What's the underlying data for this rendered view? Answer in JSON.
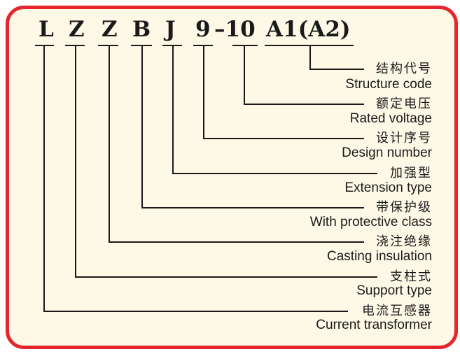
{
  "code": {
    "chars": [
      "L",
      "Z",
      "Z",
      "B",
      "J",
      "9",
      "–10",
      "A1(A2)"
    ]
  },
  "fields": [
    {
      "cn": "结构代号",
      "en": "Structure code"
    },
    {
      "cn": "额定电压",
      "en": "Rated voltage"
    },
    {
      "cn": "设计序号",
      "en": "Design number"
    },
    {
      "cn": "加强型",
      "en": "Extension type"
    },
    {
      "cn": "带保护级",
      "en": "With protective class"
    },
    {
      "cn": "浇注绝缘",
      "en": "Casting insulation"
    },
    {
      "cn": "支柱式",
      "en": "Support type"
    },
    {
      "cn": "电流互感器",
      "en": "Current transformer"
    }
  ],
  "colors": {
    "border": "#e6262c",
    "background": "#fdf9e6",
    "ink": "#1a1a1a"
  }
}
